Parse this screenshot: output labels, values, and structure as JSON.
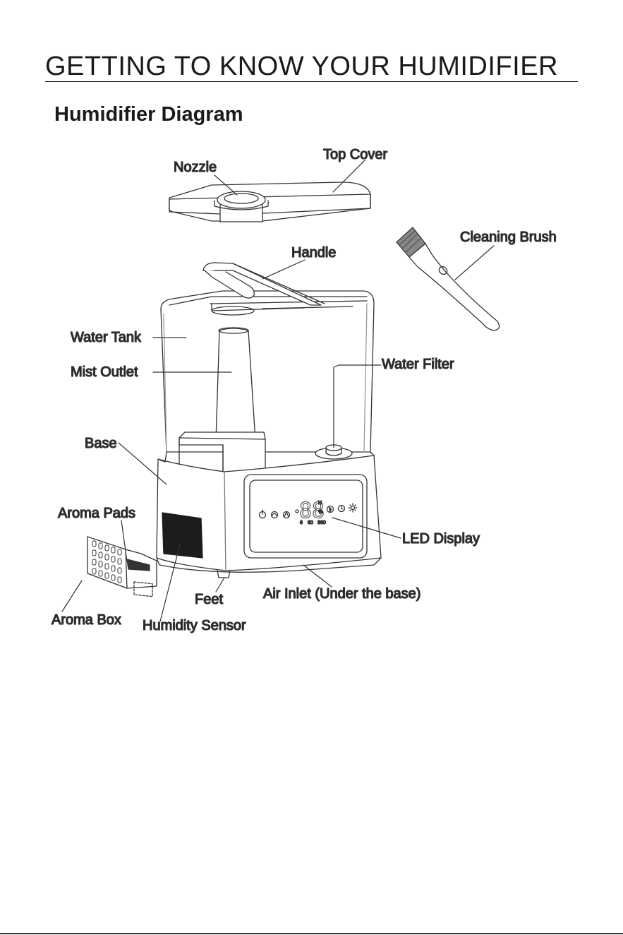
{
  "page": {
    "title": "GETTING TO KNOW YOUR HUMIDIFIER",
    "section_title": "Humidifier Diagram"
  },
  "labels": {
    "nozzle": "Nozzle",
    "top_cover": "Top Cover",
    "cleaning_brush": "Cleaning Brush",
    "handle": "Handle",
    "water_tank": "Water Tank",
    "mist_outlet": "Mist Outlet",
    "water_filter": "Water Filter",
    "base": "Base",
    "aroma_pads": "Aroma Pads",
    "led_display": "LED Display",
    "aroma_box": "Aroma Box",
    "feet": "Feet",
    "air_inlet": "Air Inlet (Under the base)",
    "humidity_sensor": "Humidity Sensor"
  },
  "display": {
    "digits": "88",
    "unit_h": "H",
    "unit_pct": "%",
    "timer_marks": [
      "6",
      "60",
      "360"
    ]
  },
  "icons": [
    "power-icon",
    "mist-icon",
    "auto-icon",
    "sleep-icon",
    "timer-icon",
    "light-icon"
  ]
}
